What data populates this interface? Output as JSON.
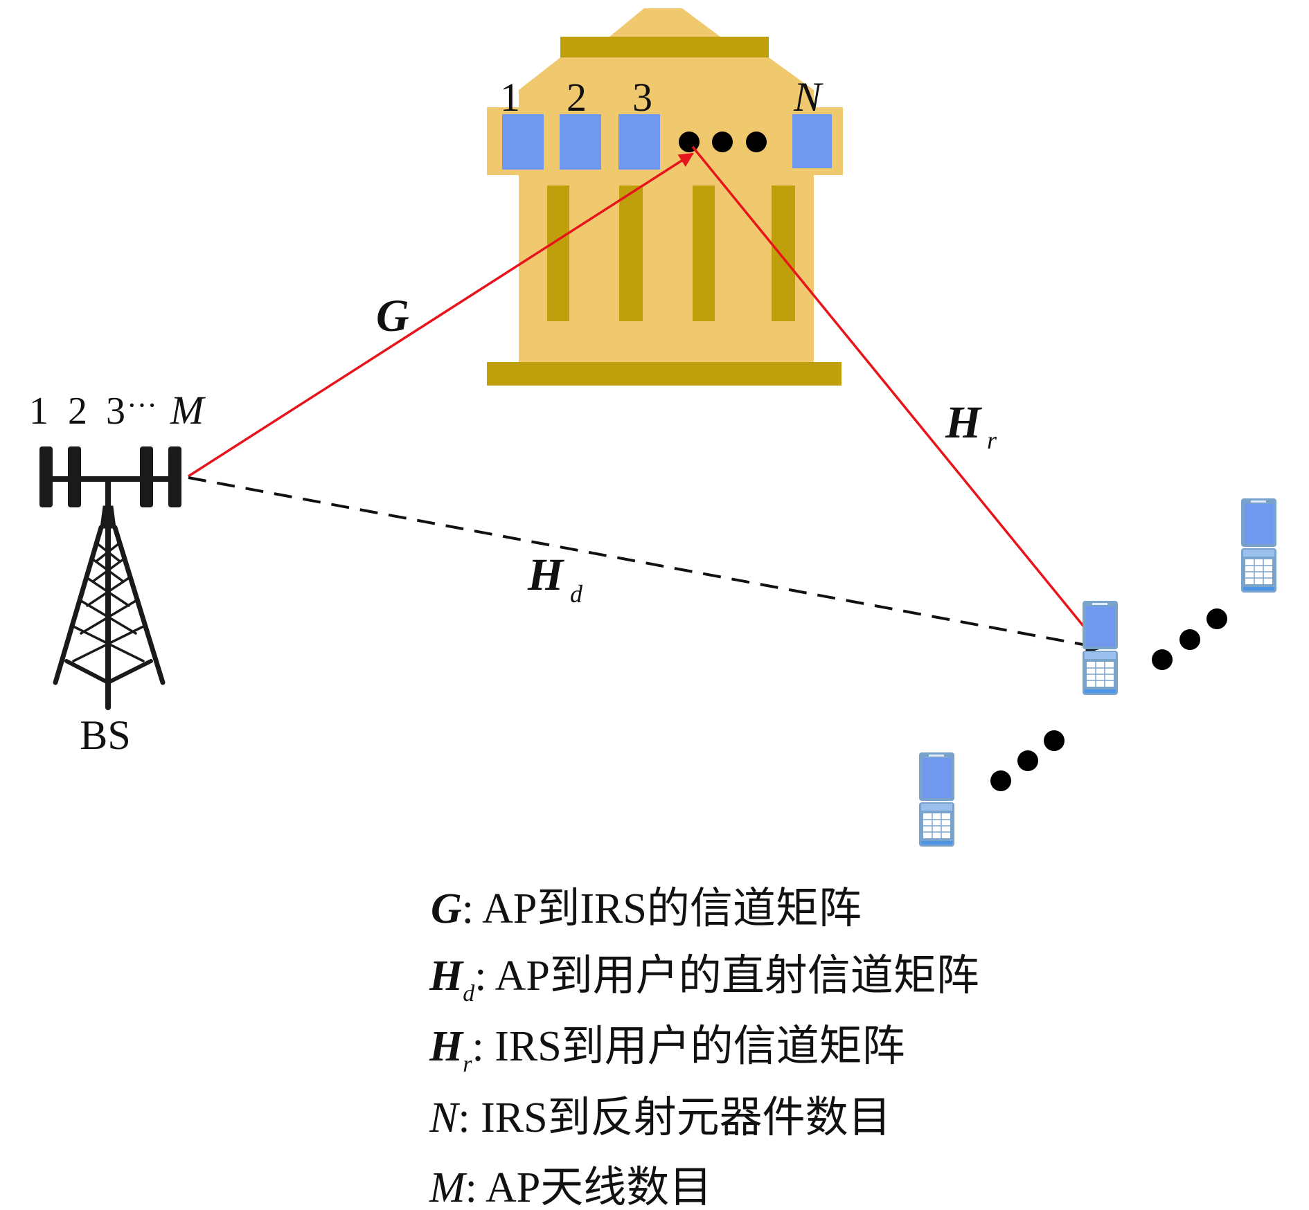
{
  "colors": {
    "building_light": "#F0C96E",
    "building_dark": "#BFA00C",
    "irs_element": "#6F98EE",
    "link_red": "#E8141C",
    "link_dashed": "#111111",
    "phone_body": "#6F98EE",
    "phone_frame": "#7AA3CC",
    "ink": "#111111"
  },
  "irs": {
    "element_labels": [
      "1",
      "2",
      "3",
      "N"
    ],
    "ellipsis": "•••"
  },
  "bs": {
    "antenna_labels": [
      "1",
      "2",
      "3",
      "···",
      "M"
    ],
    "label": "BS"
  },
  "links": {
    "G": {
      "symbol": "G",
      "subscript": ""
    },
    "Hr": {
      "symbol": "H",
      "subscript": "r"
    },
    "Hd": {
      "symbol": "H",
      "subscript": "d"
    }
  },
  "users": {
    "count_shown": 3,
    "ellipsis": "•••"
  },
  "legend": [
    {
      "symbol": "G",
      "subscript": "",
      "bold": true,
      "text": ": AP到IRS的信道矩阵"
    },
    {
      "symbol": "H",
      "subscript": "d",
      "bold": true,
      "text": ": AP到用户的直射信道矩阵"
    },
    {
      "symbol": "H",
      "subscript": "r",
      "bold": true,
      "text": ": IRS到用户的信道矩阵"
    },
    {
      "symbol": "N",
      "subscript": "",
      "bold": false,
      "text": ": IRS到反射元器件数目"
    },
    {
      "symbol": "M",
      "subscript": "",
      "bold": false,
      "text": ": AP天线数目"
    }
  ]
}
